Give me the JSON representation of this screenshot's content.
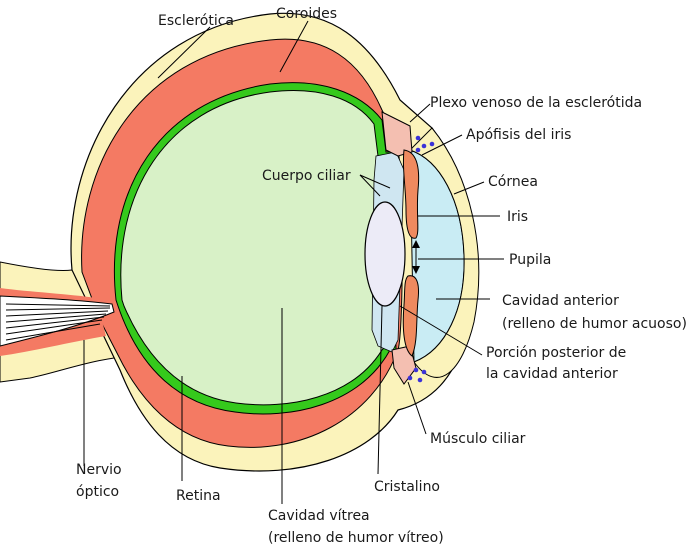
{
  "colors": {
    "sclera": "#fbf3bb",
    "choroid": "#f47a63",
    "retina": "#35c91c",
    "vitreous": "#d8f1c7",
    "anterior_chamber": "#c9ecf4",
    "lens": "#ecebf7",
    "iris": "#ef8a5f",
    "ciliary": "#f4bfb1",
    "zonule": "#cfe6f1",
    "venous_plexus": "#3b32d8",
    "outline": "#000000"
  },
  "labels": {
    "sclera": "Esclerótica",
    "choroid": "Coroides",
    "venous_plexus": "Plexo venoso de la esclerótida",
    "iris_process": "Apófisis del iris",
    "cornea": "Córnea",
    "ciliary_body": "Cuerpo ciliar",
    "iris": "Iris",
    "pupil": "Pupila",
    "anterior_chamber": [
      "Cavidad anterior",
      "(relleno de humor acuoso)"
    ],
    "posterior_chamber": [
      "Porción posterior de",
      "la cavidad anterior"
    ],
    "ciliary_muscle": "Músculo ciliar",
    "lens": "Cristalino",
    "vitreous": [
      "Cavidad vítrea",
      "(relleno de humor vítreo)"
    ],
    "retina": "Retina",
    "optic_nerve": [
      "Nervio",
      "óptico"
    ]
  }
}
